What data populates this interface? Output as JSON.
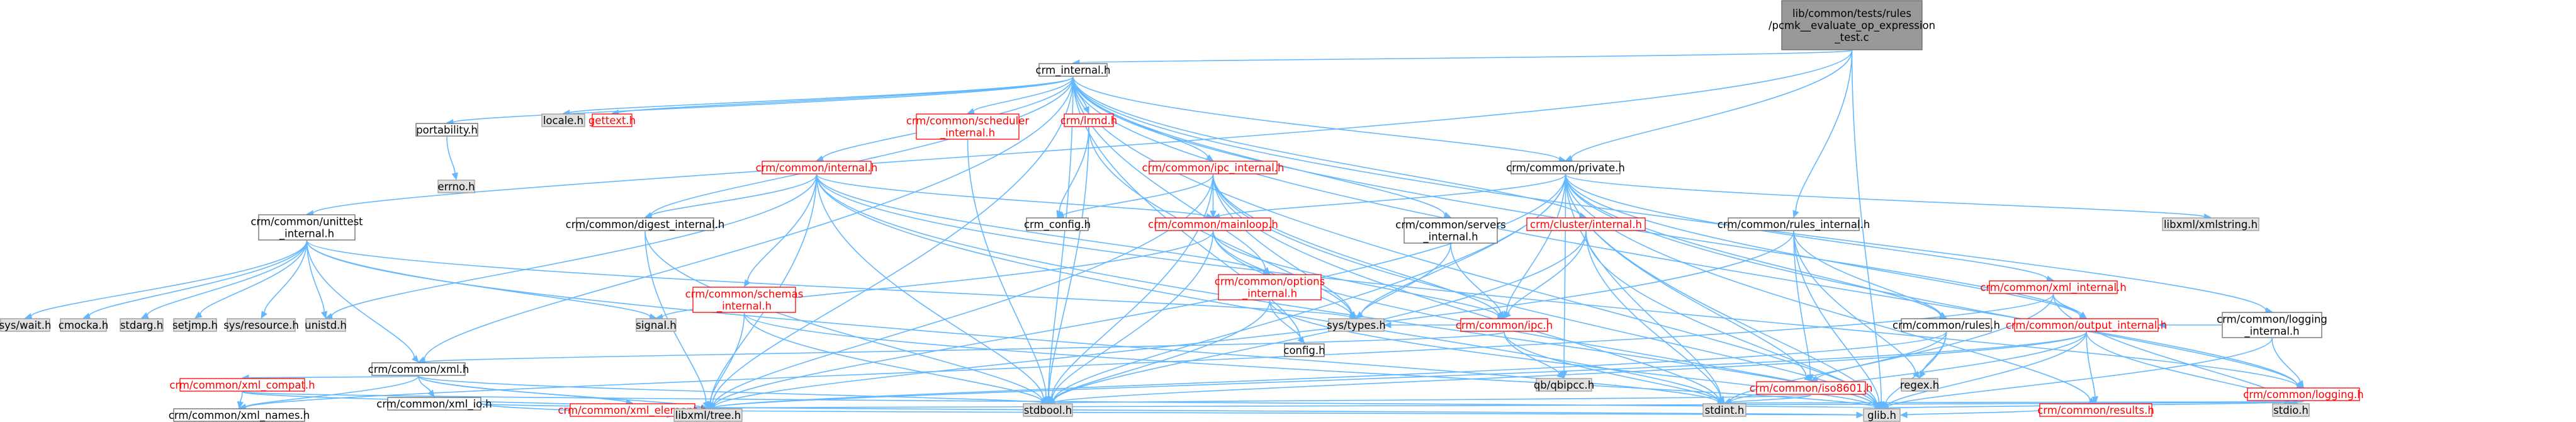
{
  "palette": {
    "root_fill": "#999999",
    "doc_fill": "#ffffff",
    "doc_stroke": "#666666",
    "doc_text": "#000000",
    "incomplete_fill": "#ffffff",
    "incomplete_stroke": "#ff0000",
    "incomplete_text": "#ff0000",
    "system_fill": "#e0e0e0",
    "system_stroke": "#999999",
    "system_text": "#000000",
    "edge": "#63b8ff"
  },
  "nodes": [
    {
      "id": "root",
      "lines": [
        "lib/common/tests/rules",
        "/pcmk__evaluate_op_expression",
        "_test.c"
      ],
      "kind": "root"
    },
    {
      "id": "crm_internal",
      "lines": [
        "crm_internal.h"
      ],
      "kind": "doc"
    },
    {
      "id": "unittest",
      "lines": [
        "crm/common/unittest",
        "_internal.h"
      ],
      "kind": "doc"
    },
    {
      "id": "crm_private",
      "lines": [
        "crm/common/private.h"
      ],
      "kind": "doc"
    },
    {
      "id": "rules_internal",
      "lines": [
        "crm/common/rules_internal.h"
      ],
      "kind": "doc"
    },
    {
      "id": "portability",
      "lines": [
        "portability.h"
      ],
      "kind": "doc"
    },
    {
      "id": "locale",
      "lines": [
        "locale.h"
      ],
      "kind": "system"
    },
    {
      "id": "gettext",
      "lines": [
        "gettext.h"
      ],
      "kind": "incomplete"
    },
    {
      "id": "common_internal",
      "lines": [
        "crm/common/internal.h"
      ],
      "kind": "incomplete"
    },
    {
      "id": "scheduler_internal",
      "lines": [
        "crm/common/scheduler",
        "_internal.h"
      ],
      "kind": "incomplete"
    },
    {
      "id": "lrmd",
      "lines": [
        "crm/lrmd.h"
      ],
      "kind": "incomplete"
    },
    {
      "id": "ipc_internal",
      "lines": [
        "crm/common/ipc_internal.h"
      ],
      "kind": "incomplete"
    },
    {
      "id": "errno",
      "lines": [
        "errno.h"
      ],
      "kind": "system"
    },
    {
      "id": "digest_internal",
      "lines": [
        "crm/common/digest_internal.h"
      ],
      "kind": "doc"
    },
    {
      "id": "crm_config",
      "lines": [
        "crm_config.h"
      ],
      "kind": "doc"
    },
    {
      "id": "mainloop",
      "lines": [
        "crm/common/mainloop.h"
      ],
      "kind": "incomplete"
    },
    {
      "id": "servers_internal",
      "lines": [
        "crm/common/servers",
        "_internal.h"
      ],
      "kind": "doc"
    },
    {
      "id": "cluster_internal",
      "lines": [
        "crm/cluster/internal.h"
      ],
      "kind": "incomplete"
    },
    {
      "id": "libxml_xmlstring",
      "lines": [
        "libxml/xmlstring.h"
      ],
      "kind": "system"
    },
    {
      "id": "logging_internal",
      "lines": [
        "crm/common/logging",
        "_internal.h"
      ],
      "kind": "doc"
    },
    {
      "id": "sys_wait",
      "lines": [
        "sys/wait.h"
      ],
      "kind": "system"
    },
    {
      "id": "cmocka",
      "lines": [
        "cmocka.h"
      ],
      "kind": "system"
    },
    {
      "id": "stdarg",
      "lines": [
        "stdarg.h"
      ],
      "kind": "system"
    },
    {
      "id": "setjmp",
      "lines": [
        "setjmp.h"
      ],
      "kind": "system"
    },
    {
      "id": "sys_resource",
      "lines": [
        "sys/resource.h"
      ],
      "kind": "system"
    },
    {
      "id": "unistd",
      "lines": [
        "unistd.h"
      ],
      "kind": "system"
    },
    {
      "id": "signal",
      "lines": [
        "signal.h"
      ],
      "kind": "system"
    },
    {
      "id": "sys_types",
      "lines": [
        "sys/types.h"
      ],
      "kind": "system"
    },
    {
      "id": "options_internal",
      "lines": [
        "crm/common/options",
        "_internal.h"
      ],
      "kind": "incomplete"
    },
    {
      "id": "crm_ipc",
      "lines": [
        "crm/common/ipc.h"
      ],
      "kind": "incomplete"
    },
    {
      "id": "rules",
      "lines": [
        "crm/common/rules.h"
      ],
      "kind": "doc"
    },
    {
      "id": "xml_internal",
      "lines": [
        "crm/common/xml_internal.h"
      ],
      "kind": "incomplete"
    },
    {
      "id": "schemas_internal",
      "lines": [
        "crm/common/schemas",
        "_internal.h"
      ],
      "kind": "incomplete"
    },
    {
      "id": "config",
      "lines": [
        "config.h"
      ],
      "kind": "doc"
    },
    {
      "id": "qb_ipcc",
      "lines": [
        "qb/qbipcc.h"
      ],
      "kind": "system"
    },
    {
      "id": "regex",
      "lines": [
        "regex.h"
      ],
      "kind": "system"
    },
    {
      "id": "iso8601",
      "lines": [
        "crm/common/iso8601.h"
      ],
      "kind": "incomplete"
    },
    {
      "id": "output_internal",
      "lines": [
        "crm/common/output_internal.h"
      ],
      "kind": "incomplete"
    },
    {
      "id": "logging",
      "lines": [
        "crm/common/logging.h"
      ],
      "kind": "incomplete"
    },
    {
      "id": "xml_h",
      "lines": [
        "crm/common/xml.h"
      ],
      "kind": "doc"
    },
    {
      "id": "stdbool",
      "lines": [
        "stdbool.h"
      ],
      "kind": "system"
    },
    {
      "id": "stdint",
      "lines": [
        "stdint.h"
      ],
      "kind": "system"
    },
    {
      "id": "stdio",
      "lines": [
        "stdio.h"
      ],
      "kind": "system"
    },
    {
      "id": "xml_compat",
      "lines": [
        "crm/common/xml_compat.h"
      ],
      "kind": "incomplete"
    },
    {
      "id": "xml_io",
      "lines": [
        "crm/common/xml_io.h"
      ],
      "kind": "doc"
    },
    {
      "id": "xml_element",
      "lines": [
        "crm/common/xml_element.h"
      ],
      "kind": "incomplete"
    },
    {
      "id": "results",
      "lines": [
        "crm/common/results.h"
      ],
      "kind": "incomplete"
    },
    {
      "id": "xml_names",
      "lines": [
        "crm/common/xml_names.h"
      ],
      "kind": "doc"
    },
    {
      "id": "libxml_tree",
      "lines": [
        "libxml/tree.h"
      ],
      "kind": "system"
    },
    {
      "id": "glib",
      "lines": [
        "glib.h"
      ],
      "kind": "system"
    }
  ],
  "edges": [
    [
      "root",
      "crm_internal"
    ],
    [
      "root",
      "unittest"
    ],
    [
      "root",
      "crm_private"
    ],
    [
      "root",
      "rules_internal"
    ],
    [
      "root",
      "glib"
    ],
    [
      "crm_internal",
      "portability"
    ],
    [
      "crm_internal",
      "locale"
    ],
    [
      "crm_internal",
      "gettext"
    ],
    [
      "crm_internal",
      "common_internal"
    ],
    [
      "crm_internal",
      "scheduler_internal"
    ],
    [
      "crm_internal",
      "lrmd"
    ],
    [
      "crm_internal",
      "ipc_internal"
    ],
    [
      "crm_internal",
      "crm_private"
    ],
    [
      "crm_internal",
      "digest_internal"
    ],
    [
      "crm_internal",
      "servers_internal"
    ],
    [
      "crm_internal",
      "cluster_internal"
    ],
    [
      "crm_internal",
      "logging_internal"
    ],
    [
      "crm_internal",
      "logging"
    ],
    [
      "crm_internal",
      "xml_h"
    ],
    [
      "crm_internal",
      "stdbool"
    ],
    [
      "crm_internal",
      "config"
    ],
    [
      "crm_internal",
      "libxml_tree"
    ],
    [
      "crm_internal",
      "glib"
    ],
    [
      "crm_internal",
      "output_internal"
    ],
    [
      "crm_internal",
      "options_internal"
    ],
    [
      "portability",
      "errno"
    ],
    [
      "unittest",
      "sys_wait"
    ],
    [
      "unittest",
      "cmocka"
    ],
    [
      "unittest",
      "stdarg"
    ],
    [
      "unittest",
      "setjmp"
    ],
    [
      "unittest",
      "sys_resource"
    ],
    [
      "unittest",
      "unistd"
    ],
    [
      "unittest",
      "signal"
    ],
    [
      "unittest",
      "sys_types"
    ],
    [
      "unittest",
      "xml_h"
    ],
    [
      "unittest",
      "stdint"
    ],
    [
      "common_internal",
      "digest_internal"
    ],
    [
      "common_internal",
      "mainloop"
    ],
    [
      "common_internal",
      "unistd"
    ],
    [
      "common_internal",
      "schemas_internal"
    ],
    [
      "common_internal",
      "stdbool"
    ],
    [
      "common_internal",
      "libxml_tree"
    ],
    [
      "common_internal",
      "glib"
    ],
    [
      "common_internal",
      "stdint"
    ],
    [
      "common_internal",
      "logging"
    ],
    [
      "common_internal",
      "options_internal"
    ],
    [
      "scheduler_internal",
      "stdbool"
    ],
    [
      "lrmd",
      "stdbool"
    ],
    [
      "lrmd",
      "crm_config"
    ],
    [
      "lrmd",
      "sys_types"
    ],
    [
      "ipc_internal",
      "crm_config"
    ],
    [
      "ipc_internal",
      "mainloop"
    ],
    [
      "ipc_internal",
      "crm_ipc"
    ],
    [
      "ipc_internal",
      "stdbool"
    ],
    [
      "ipc_internal",
      "sys_types"
    ],
    [
      "ipc_internal",
      "glib"
    ],
    [
      "ipc_internal",
      "stdint"
    ],
    [
      "ipc_internal",
      "libxml_tree"
    ],
    [
      "crm_private",
      "libxml_xmlstring"
    ],
    [
      "crm_private",
      "mainloop"
    ],
    [
      "crm_private",
      "glib"
    ],
    [
      "crm_private",
      "output_internal"
    ],
    [
      "crm_private",
      "xml_internal"
    ],
    [
      "crm_private",
      "logging"
    ],
    [
      "crm_private",
      "rules"
    ],
    [
      "crm_private",
      "iso8601"
    ],
    [
      "crm_private",
      "results"
    ],
    [
      "crm_private",
      "crm_ipc"
    ],
    [
      "crm_private",
      "stdint"
    ],
    [
      "crm_private",
      "qb_ipcc"
    ],
    [
      "crm_private",
      "sys_types"
    ],
    [
      "crm_private",
      "libxml_tree"
    ],
    [
      "crm_private",
      "stdbool"
    ],
    [
      "rules_internal",
      "rules"
    ],
    [
      "rules_internal",
      "iso8601"
    ],
    [
      "rules_internal",
      "regex"
    ],
    [
      "rules_internal",
      "glib"
    ],
    [
      "rules_internal",
      "libxml_tree"
    ],
    [
      "digest_internal",
      "libxml_tree"
    ],
    [
      "digest_internal",
      "stdbool"
    ],
    [
      "mainloop",
      "signal"
    ],
    [
      "mainloop",
      "sys_types"
    ],
    [
      "mainloop",
      "glib"
    ],
    [
      "mainloop",
      "crm_ipc"
    ],
    [
      "mainloop",
      "stdbool"
    ],
    [
      "servers_internal",
      "crm_ipc"
    ],
    [
      "servers_internal",
      "sys_types"
    ],
    [
      "cluster_internal",
      "crm_ipc"
    ],
    [
      "cluster_internal",
      "stdint"
    ],
    [
      "cluster_internal",
      "glib"
    ],
    [
      "cluster_internal",
      "stdbool"
    ],
    [
      "logging_internal",
      "logging"
    ],
    [
      "logging_internal",
      "output_internal"
    ],
    [
      "logging_internal",
      "glib"
    ],
    [
      "options_internal",
      "config"
    ],
    [
      "options_internal",
      "glib"
    ],
    [
      "options_internal",
      "stdbool"
    ],
    [
      "crm_ipc",
      "sys_types"
    ],
    [
      "crm_ipc",
      "qb_ipcc"
    ],
    [
      "crm_ipc",
      "xml_h"
    ],
    [
      "crm_ipc",
      "stdint"
    ],
    [
      "rules",
      "glib"
    ],
    [
      "rules",
      "regex"
    ],
    [
      "rules",
      "libxml_tree"
    ],
    [
      "rules",
      "iso8601"
    ],
    [
      "xml_internal",
      "output_internal"
    ],
    [
      "xml_internal",
      "stdio"
    ],
    [
      "xml_internal",
      "stdint"
    ],
    [
      "xml_internal",
      "xml_names"
    ],
    [
      "schemas_internal",
      "stdbool"
    ],
    [
      "schemas_internal",
      "libxml_tree"
    ],
    [
      "schemas_internal",
      "glib"
    ],
    [
      "iso8601",
      "stdint"
    ],
    [
      "iso8601",
      "stdbool"
    ],
    [
      "output_internal",
      "stdbool"
    ],
    [
      "output_internal",
      "stdint"
    ],
    [
      "output_internal",
      "stdio"
    ],
    [
      "output_internal",
      "libxml_tree"
    ],
    [
      "output_internal",
      "glib"
    ],
    [
      "output_internal",
      "results"
    ],
    [
      "logging",
      "stdio"
    ],
    [
      "logging",
      "glib"
    ],
    [
      "logging",
      "stdint"
    ],
    [
      "logging",
      "libxml_tree"
    ],
    [
      "xml_h",
      "stdbool"
    ],
    [
      "xml_h",
      "libxml_tree"
    ],
    [
      "xml_h",
      "xml_compat"
    ],
    [
      "xml_h",
      "xml_io"
    ],
    [
      "xml_h",
      "xml_element"
    ],
    [
      "xml_h",
      "xml_names"
    ],
    [
      "xml_compat",
      "glib"
    ],
    [
      "xml_compat",
      "libxml_tree"
    ],
    [
      "xml_compat",
      "xml_names"
    ],
    [
      "xml_io",
      "libxml_tree"
    ],
    [
      "xml_io",
      "glib"
    ],
    [
      "xml_element",
      "libxml_tree"
    ],
    [
      "xml_element",
      "glib"
    ],
    [
      "results",
      "glib"
    ]
  ]
}
